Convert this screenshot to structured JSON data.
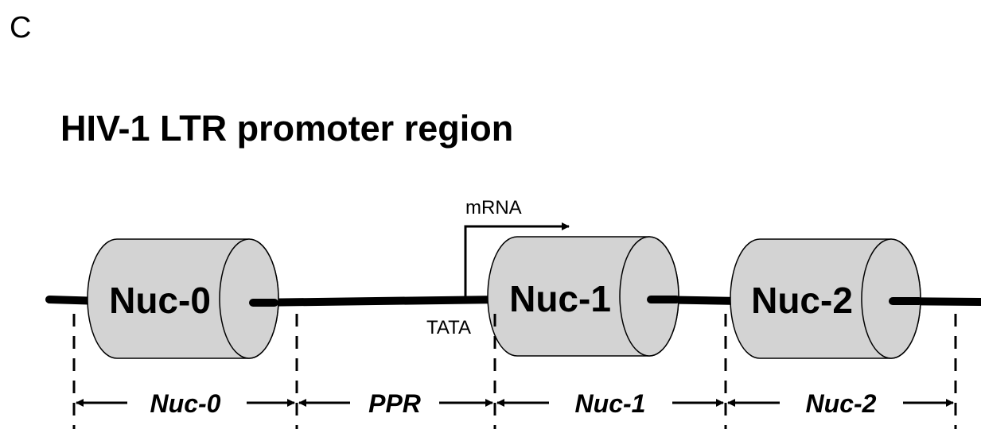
{
  "panel_letter": "C",
  "title": "HIV-1 LTR promoter region",
  "nucleosomes": [
    {
      "label": "Nuc-0"
    },
    {
      "label": "Nuc-1"
    },
    {
      "label": "Nuc-2"
    }
  ],
  "transcript_label": "mRNA",
  "tata_label": "TATA",
  "regions": [
    {
      "label": "Nuc-0"
    },
    {
      "label": "PPR"
    },
    {
      "label": "Nuc-1"
    },
    {
      "label": "Nuc-2"
    }
  ],
  "colors": {
    "nucleosome_fill": "#d3d3d3",
    "line": "#000000"
  }
}
